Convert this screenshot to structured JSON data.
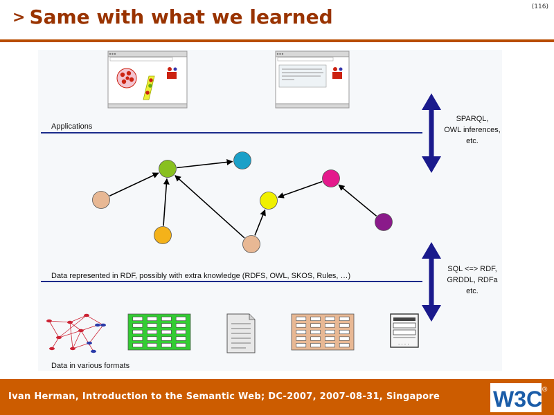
{
  "slide": {
    "title": "Same with what we learned",
    "title_marker": ">",
    "page_number": "(116)"
  },
  "diagram": {
    "layers": {
      "applications": "Applications",
      "data_rdf": "Data represented in RDF, possibly with extra knowledge (RDFS, OWL, SKOS, Rules, …)",
      "data_formats": "Data in various formats"
    },
    "arrows": {
      "top": [
        "SPARQL,",
        "OWL inferences,",
        "etc."
      ],
      "bottom": [
        "SQL <=> RDF,",
        "GRDDL, RDFa",
        "etc."
      ]
    },
    "nodes": [
      {
        "id": "n1",
        "color": "#e8b894"
      },
      {
        "id": "n2",
        "color": "#88c020"
      },
      {
        "id": "n3",
        "color": "#1ba0c8"
      },
      {
        "id": "n4",
        "color": "#f4b21a"
      },
      {
        "id": "n5",
        "color": "#f0f000"
      },
      {
        "id": "n6",
        "color": "#e41a8c"
      },
      {
        "id": "n7",
        "color": "#e8b894"
      },
      {
        "id": "n8",
        "color": "#8a1a8a"
      }
    ],
    "edges": [
      {
        "from": "n1",
        "to": "n2"
      },
      {
        "from": "n2",
        "to": "n3"
      },
      {
        "from": "n4",
        "to": "n2"
      },
      {
        "from": "n7",
        "to": "n2"
      },
      {
        "from": "n7",
        "to": "n5"
      },
      {
        "from": "n6",
        "to": "n5"
      },
      {
        "from": "n8",
        "to": "n6"
      }
    ],
    "colors": {
      "layer_line": "#1a2a8a",
      "arrow": "#1a1a8c",
      "green_table": "#33cc33",
      "tan_table": "#e8b894"
    }
  },
  "footer": {
    "text": "Ivan Herman, Introduction to the Semantic Web; DC-2007, 2007-08-31, Singapore",
    "logo": "W3C",
    "logo_mark": "®"
  }
}
